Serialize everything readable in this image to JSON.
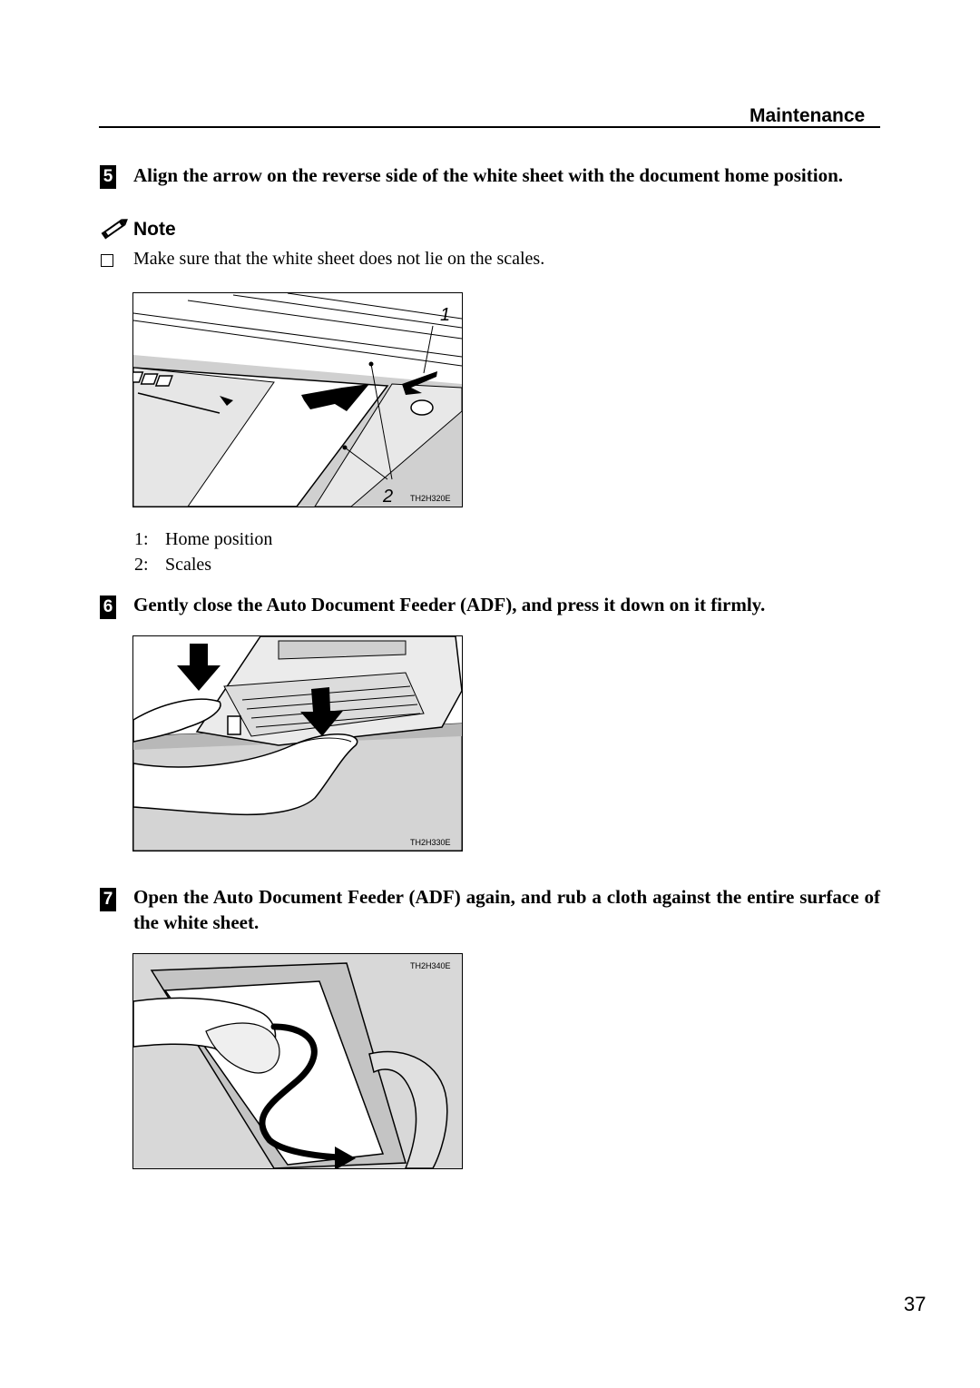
{
  "header": {
    "section_title": "Maintenance"
  },
  "steps": [
    {
      "number": "5",
      "text": "Align the arrow on the reverse side of the white sheet with the document home position."
    },
    {
      "number": "6",
      "text": "Gently close the Auto Document Feeder (ADF), and press it down on it firmly."
    },
    {
      "number": "7",
      "text": "Open the Auto Document Feeder (ADF) again, and rub a cloth against the entire surface of the white sheet."
    }
  ],
  "note": {
    "title": "Note",
    "items": [
      "Make sure that the white sheet does not lie on the scales."
    ]
  },
  "figures": [
    {
      "code": "TH2H320E",
      "callouts": [
        "1",
        "2"
      ]
    },
    {
      "code": "TH2H330E"
    },
    {
      "code": "TH2H340E"
    }
  ],
  "legend": [
    {
      "number": "1:",
      "label": "Home position"
    },
    {
      "number": "2:",
      "label": "Scales"
    }
  ],
  "page_number": "37"
}
